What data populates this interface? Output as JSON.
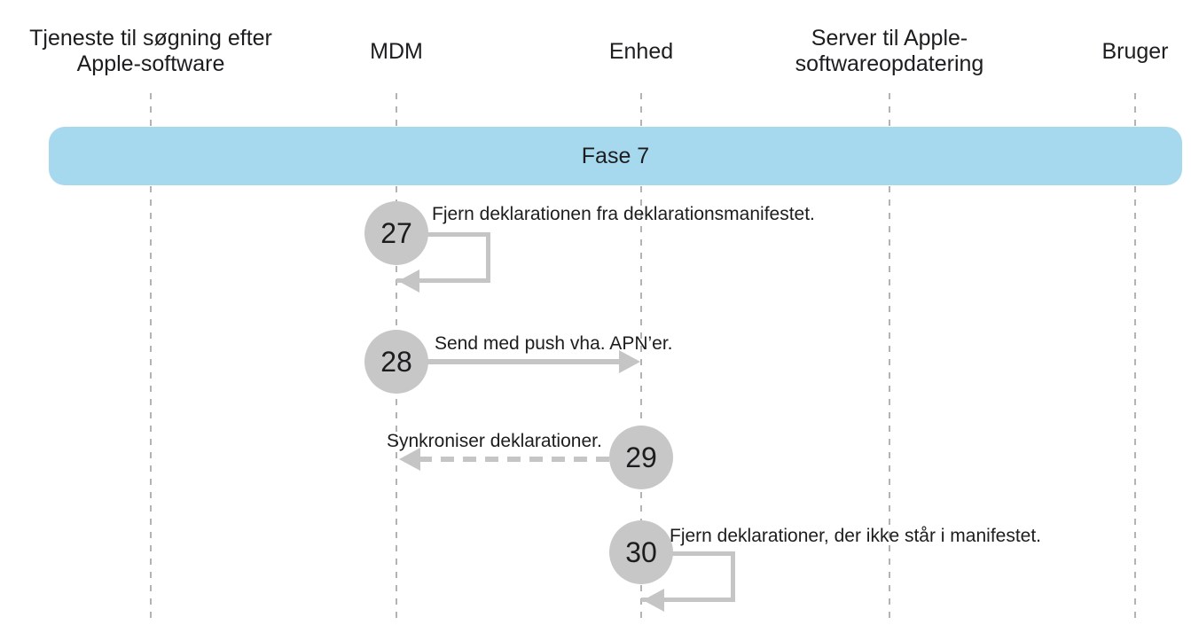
{
  "diagram": {
    "phase_label": "Fase 7",
    "columns": [
      {
        "label": "Tjeneste til søgning efter Apple-software"
      },
      {
        "label": "MDM"
      },
      {
        "label": "Enhed"
      },
      {
        "label": "Server til Apple-softwareopdatering"
      },
      {
        "label": "Bruger"
      }
    ],
    "steps": [
      {
        "number": "27",
        "label": "Fjern deklarationen fra deklarationsmanifestet.",
        "actor": "MDM",
        "type": "self-loop"
      },
      {
        "number": "28",
        "label": "Send med push vha. APN’er.",
        "from": "MDM",
        "to": "Enhed",
        "type": "solid-arrow"
      },
      {
        "number": "29",
        "label": "Synkroniser deklarationer.",
        "from": "Enhed",
        "to": "MDM",
        "type": "dashed-arrow"
      },
      {
        "number": "30",
        "label": "Fjern deklarationer, der ikke står i manifestet.",
        "actor": "Enhed",
        "type": "self-loop"
      }
    ],
    "colors": {
      "phase_banner": "#A6D9EE",
      "step_circle": "#C7C7C7",
      "arrow": "#C5C5C5",
      "lifeline": "#B3B3B3",
      "text": "#1D1D1F"
    }
  }
}
